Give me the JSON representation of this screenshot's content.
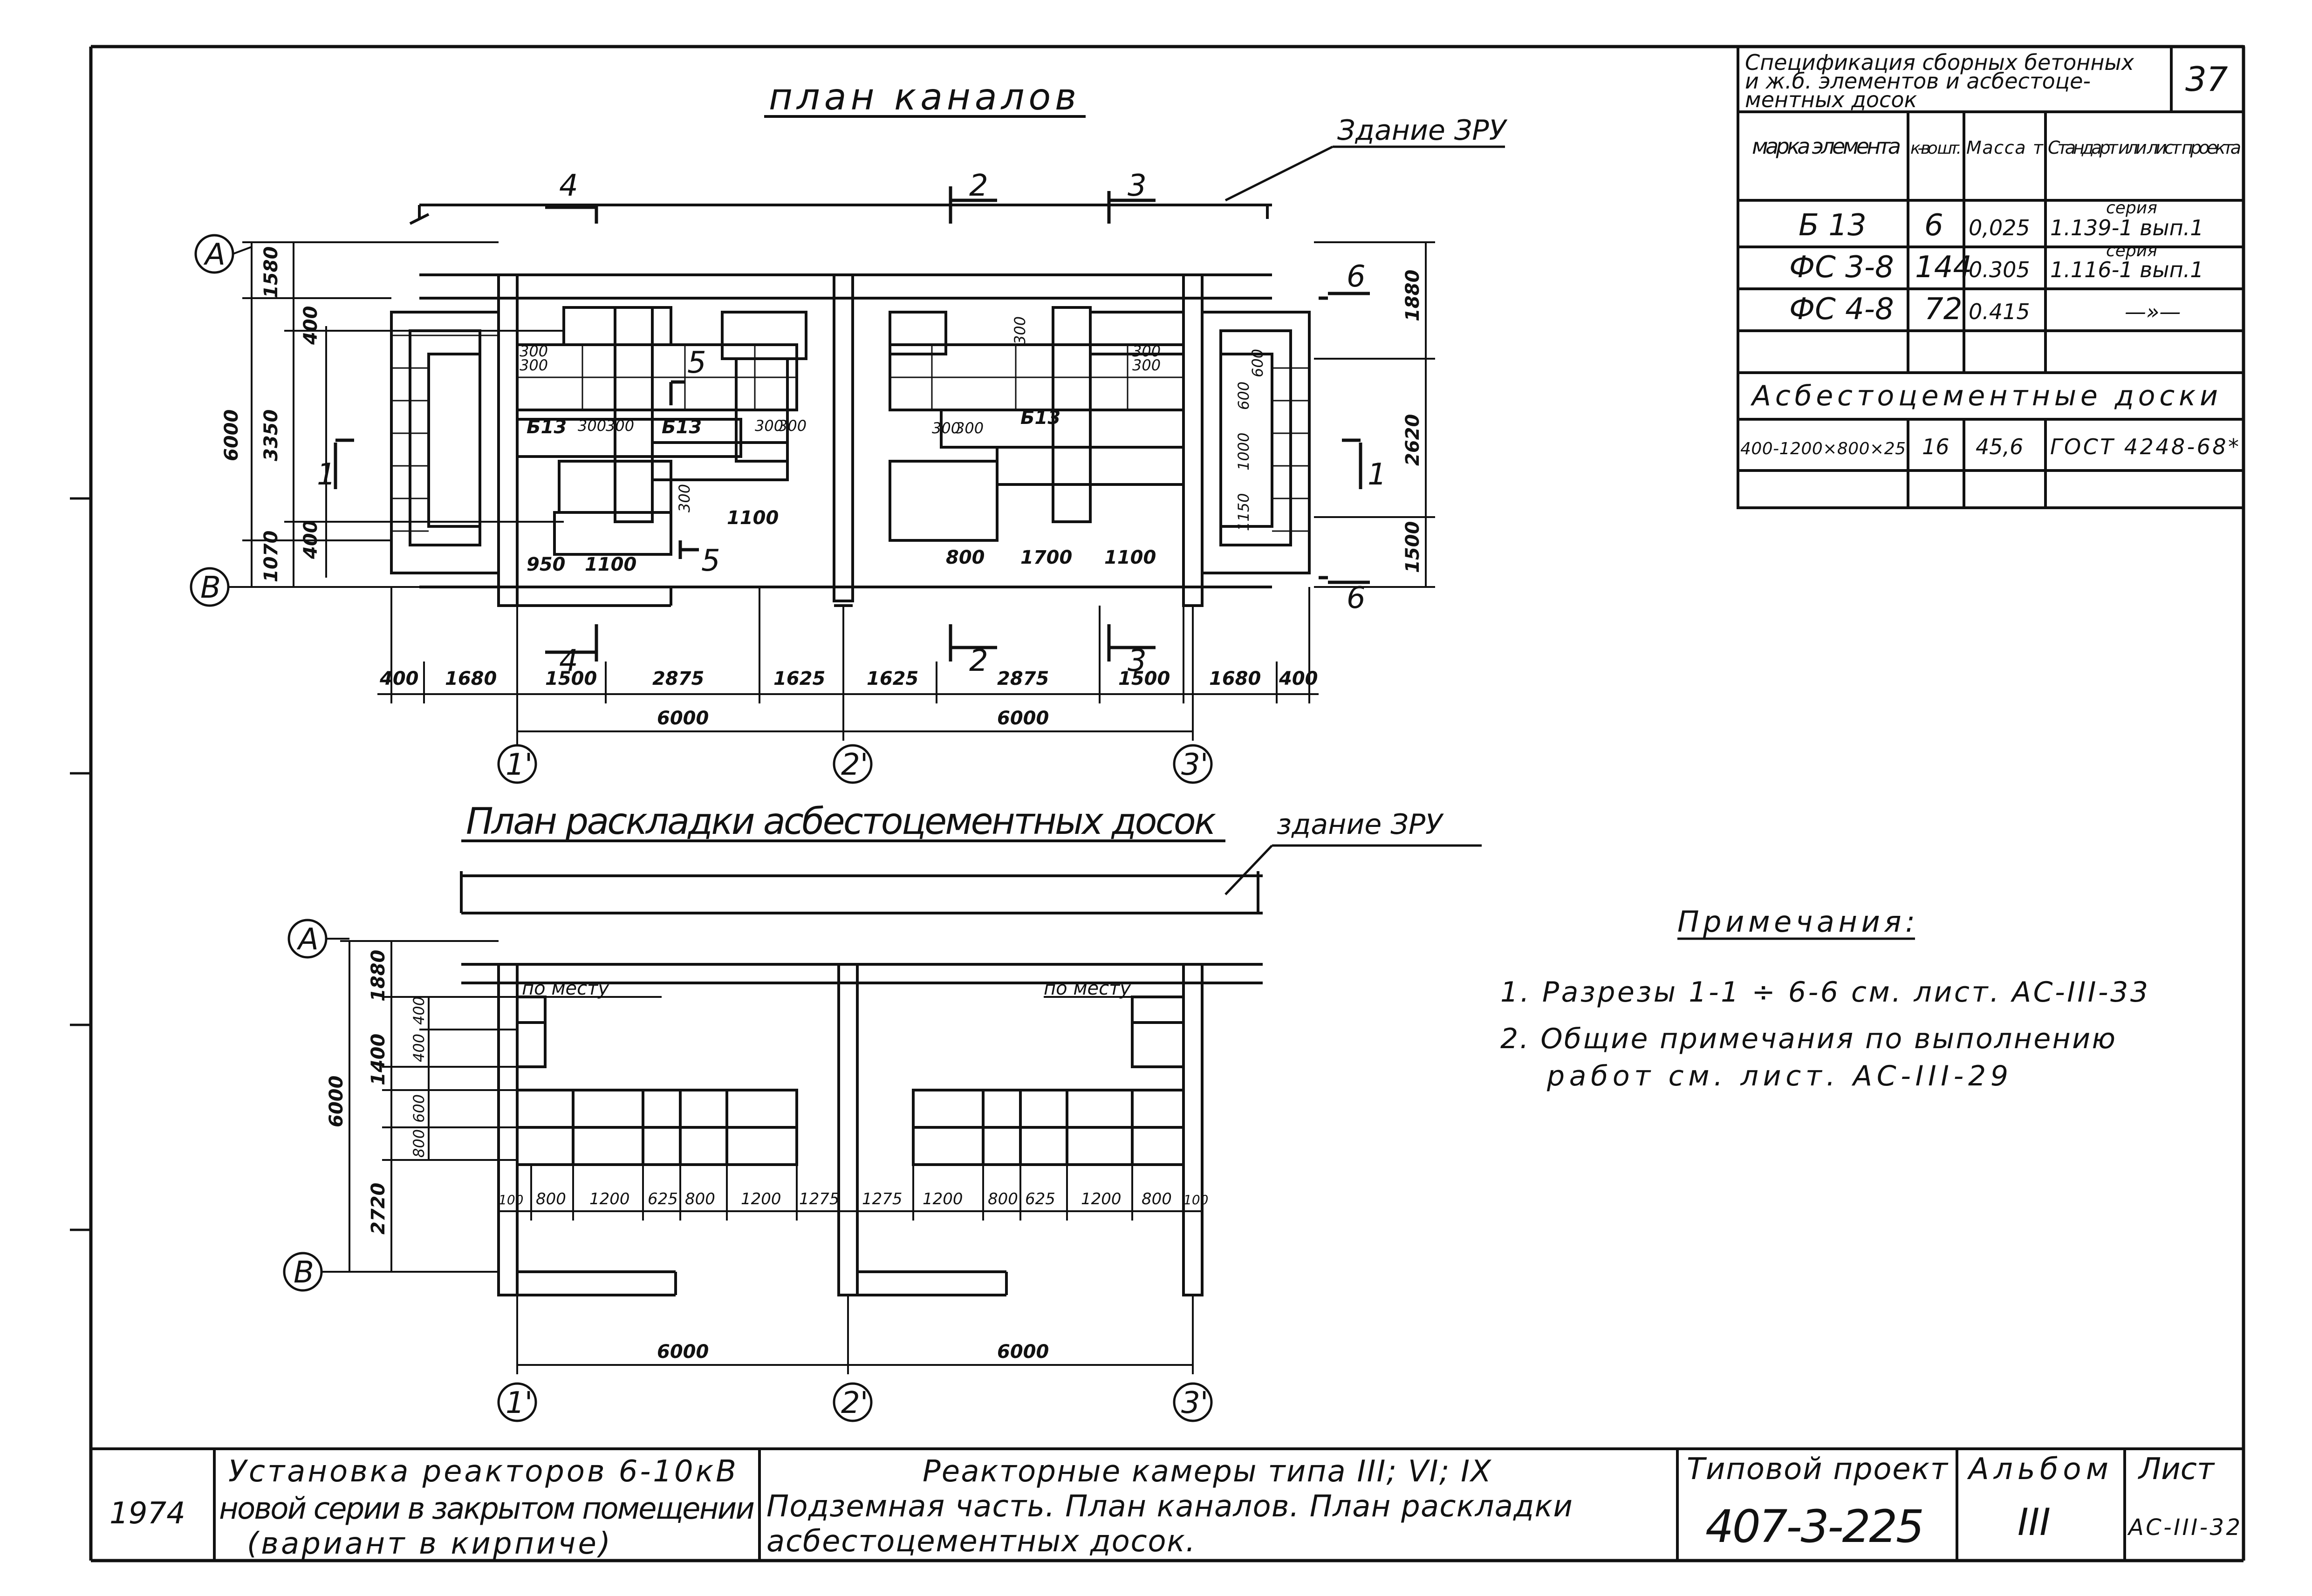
{
  "sheet_number": "37",
  "plan1": {
    "title": "план каналов",
    "building_label": "Здание ЗРУ",
    "axes_letters": [
      "А",
      "В"
    ],
    "axes_numbers": [
      "1'",
      "2'",
      "3'"
    ],
    "section_marks": [
      "1",
      "2",
      "3",
      "4",
      "5",
      "6"
    ],
    "left_dims": [
      "1580",
      "3350",
      "1070",
      "6000",
      "400",
      "400"
    ],
    "right_dims": [
      "1880",
      "2620",
      "1500"
    ],
    "bottom_dims": [
      "400",
      "1680",
      "1500",
      "2875",
      "1625",
      "1625",
      "2875",
      "1500",
      "1680",
      "400"
    ],
    "axis_dims": [
      "6000",
      "6000"
    ],
    "inner_labels": [
      "Б13",
      "Б13",
      "Б13",
      "300",
      "300",
      "300",
      "300",
      "300",
      "300",
      "300",
      "300",
      "300",
      "300",
      "300",
      "300",
      "1100",
      "950",
      "1100",
      "800",
      "1700",
      "1100",
      "600",
      "1000",
      "1150",
      "600"
    ]
  },
  "plan2": {
    "title": "План раскладки асбестоцементных досок",
    "building_label": "здание ЗРУ",
    "note_place": "по месту",
    "left_dims": [
      "1880",
      "1400",
      "400",
      "400",
      "600",
      "800",
      "2720",
      "6000"
    ],
    "bottom_dims": [
      "100",
      "800",
      "1200",
      "625",
      "800",
      "1200",
      "1275",
      "1275",
      "1200",
      "800",
      "625",
      "1200",
      "800",
      "100"
    ],
    "axis_dims": [
      "6000",
      "6000"
    ],
    "axes_letters": [
      "А",
      "В"
    ],
    "axes_numbers": [
      "1'",
      "2'",
      "3'"
    ]
  },
  "spec_table": {
    "title_line1": "Спецификация сборных бетонных",
    "title_line2": "и ж.б. элементов и асбестоце-",
    "title_line3": "ментных досок",
    "headers": {
      "mark": "марка элемента",
      "qty": "к-во шт.",
      "mass": "Масса т",
      "std": "Стандарт или лист проекта"
    },
    "rows": [
      {
        "mark": "Б 13",
        "qty": "6",
        "mass": "0,025",
        "std_top": "серия",
        "std": "1.139-1 вып.1"
      },
      {
        "mark": "ФС 3-8",
        "qty": "144",
        "mass": "0.305",
        "std_top": "серия",
        "std": "1.116-1 вып.1"
      },
      {
        "mark": "ФС 4-8",
        "qty": "72",
        "mass": "0.415",
        "std_top": "",
        "std": "—»—"
      }
    ],
    "section": "Асбестоцементные доски",
    "section_row": {
      "mark": "400-1200×800×25",
      "qty": "16",
      "mass": "45,6",
      "std": "ГОСТ 4248-68*"
    }
  },
  "notes": {
    "title": "Примечания:",
    "items": [
      "1. Разрезы 1-1 ÷ 6-6 см. лист. АС-III-33",
      "2. Общие примечания по выполнению",
      "работ  см. лист. АС-III-29"
    ]
  },
  "title_block": {
    "year": "1974",
    "desc1": "Установка реакторов 6-10кВ",
    "desc2": "новой серии в закрытом помещении",
    "desc3": "(вариант в кирпиче)",
    "main1": "Реакторные камеры типа III; VI; IX",
    "main2": "Подземная часть. План каналов. План раскладки",
    "main3": "асбестоцементных досок.",
    "project_label": "Типовой проект",
    "project_number": "407-3-225",
    "album_label": "Альбом",
    "album_value": "III",
    "sheet_label": "Лист",
    "sheet_value": "АС-III-32"
  }
}
